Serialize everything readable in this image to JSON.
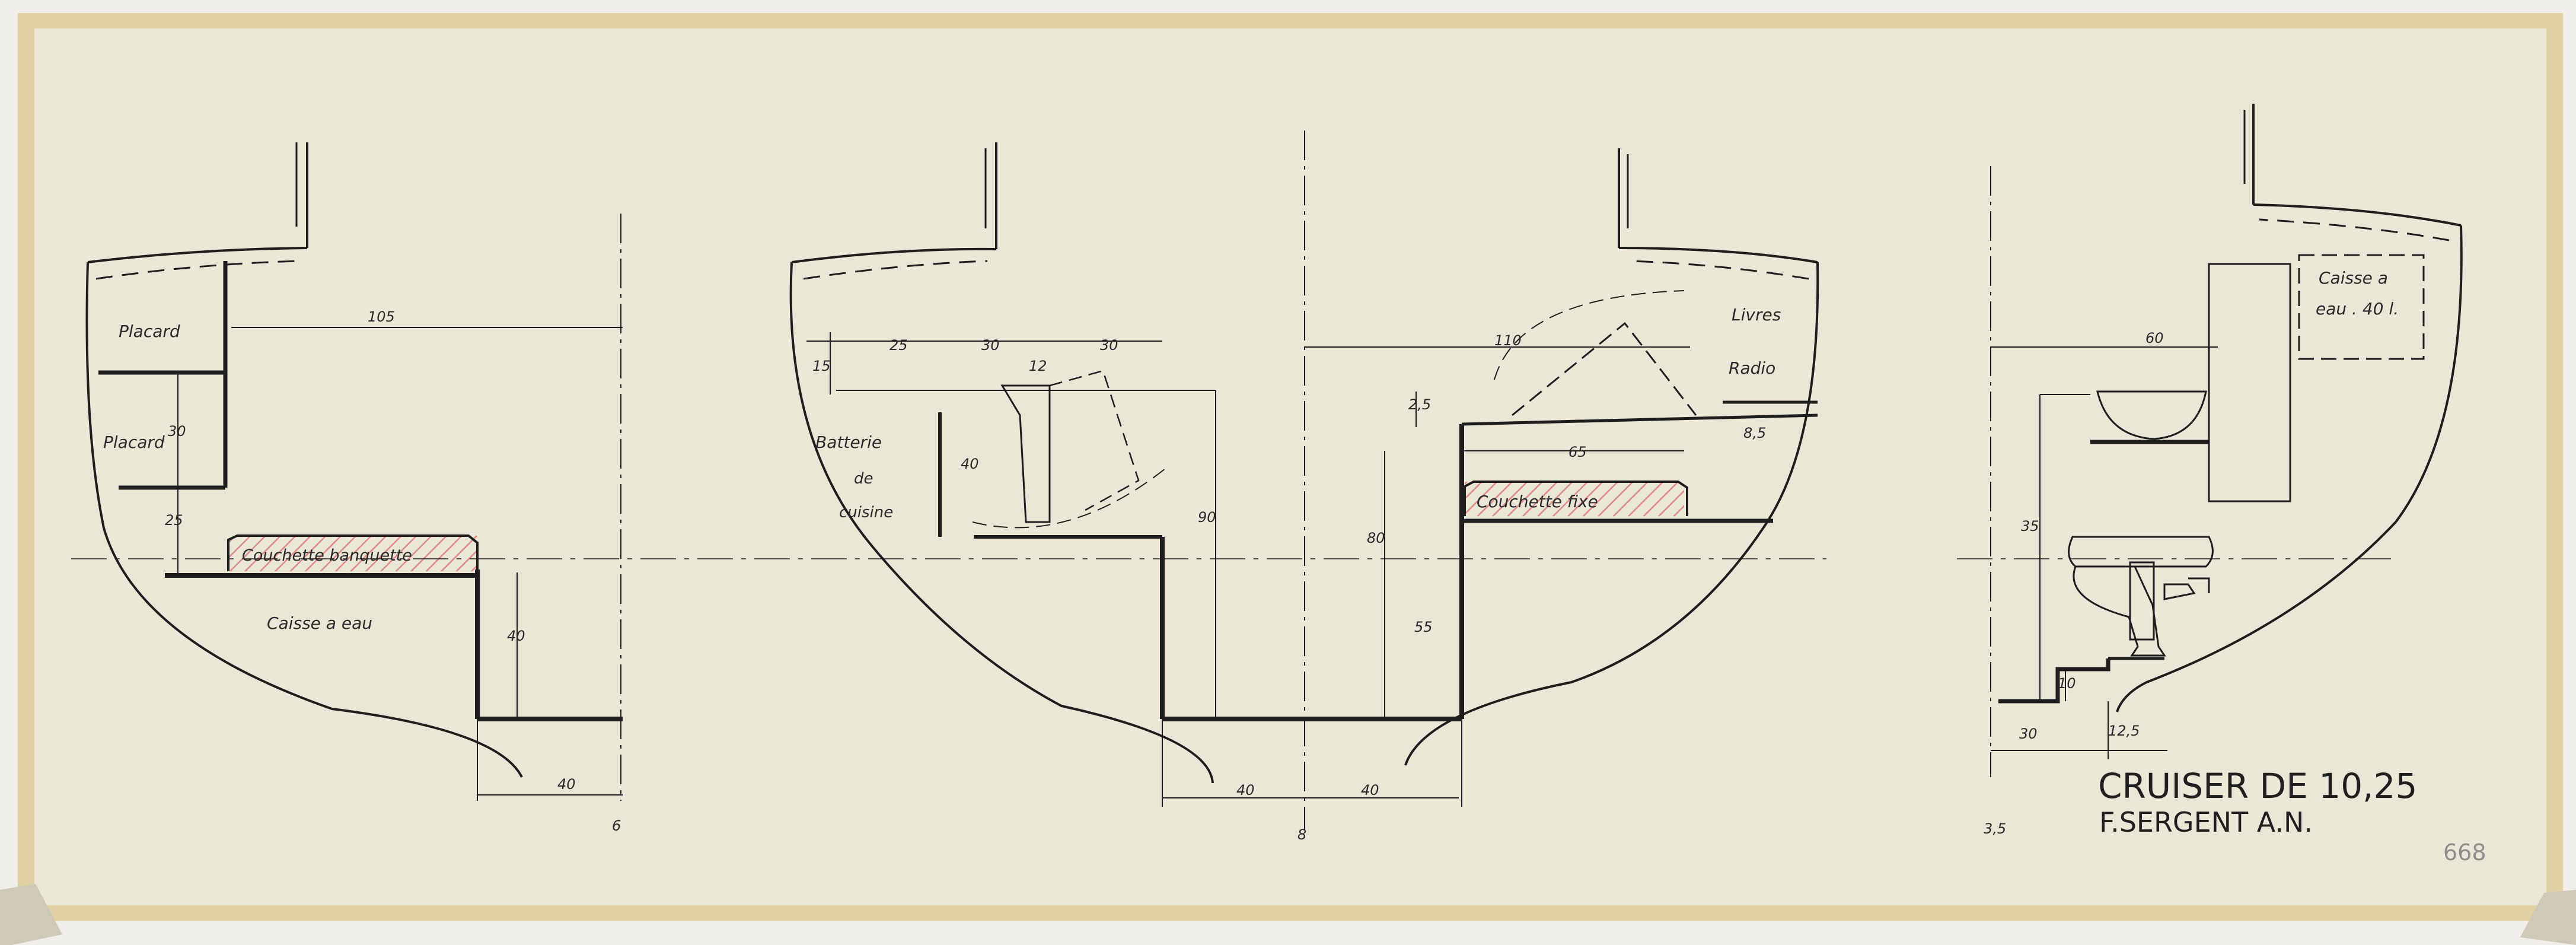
{
  "colors": {
    "paper": "#ebe7d6",
    "tape": "#e2d1a4",
    "ink": "#1e1e1e",
    "hatch": "#e08a8a"
  },
  "title": {
    "line1": "CRUISER DE 10,25",
    "line2": "F.SERGENT A.N."
  },
  "sheet_number": "668",
  "sections": [
    {
      "id": "section-6",
      "label": "6",
      "texts": [
        "Placard",
        "Placard",
        "Couchette banquette",
        "Caisse a eau"
      ],
      "dims": [
        "105",
        "30",
        "25",
        "40",
        "40"
      ]
    },
    {
      "id": "section-8",
      "label": "8",
      "texts": [
        "Batterie",
        "de",
        "cuisine",
        "Livres",
        "Radio",
        "Couchette fixe"
      ],
      "dims": [
        "25",
        "30",
        "30",
        "15",
        "12",
        "110",
        "2,5",
        "40",
        "90",
        "80",
        "55",
        "65",
        "8,5",
        "40",
        "40"
      ]
    },
    {
      "id": "section-3-5",
      "label": "3,5",
      "texts": [
        "Caisse a",
        "eau . 40 l."
      ],
      "dims": [
        "60",
        "35",
        "10",
        "30",
        "12,5"
      ]
    }
  ]
}
